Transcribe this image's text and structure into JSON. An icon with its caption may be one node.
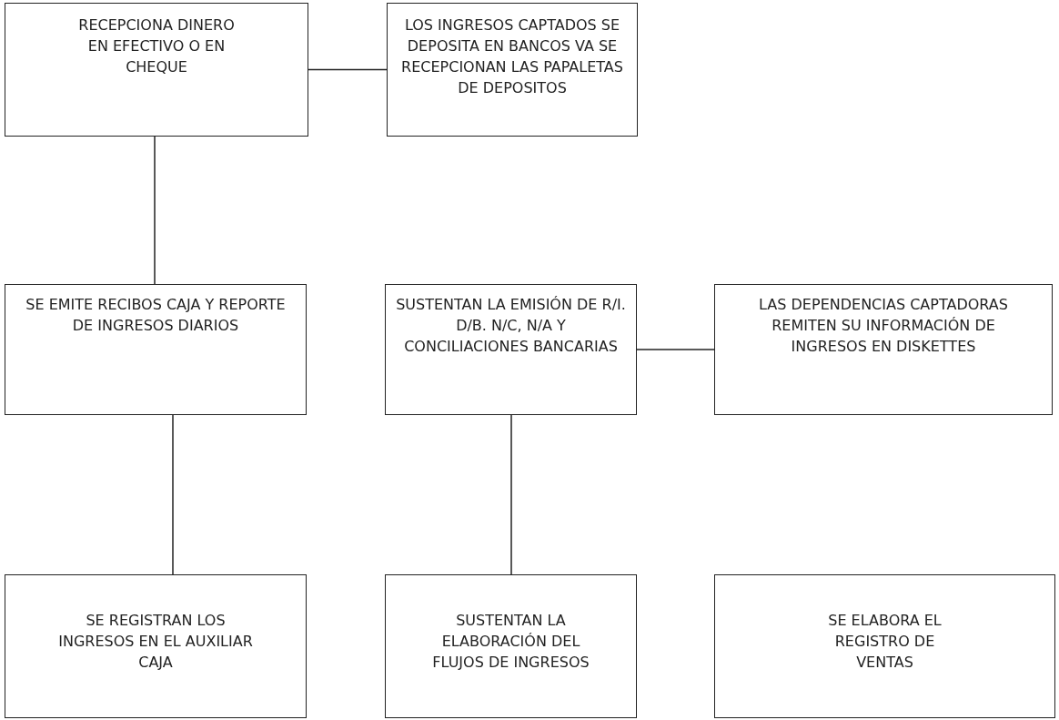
{
  "diagram": {
    "nodes": [
      {
        "text": [
          "RECEPCIONA DINERO EN EFECTIVO O EN CHEQUE"
        ]
      },
      {
        "text": [
          "LOS INGRESOS CAPTADOS SE DEPOSITA EN BANCOS VA SE RECEPCIONAN LAS PAPALETAS DE DEPOSITOS"
        ]
      },
      {
        "text": [
          "SE EMITE RECIBOS CAJA Y REPORTE DE INGRESOS DIARIOS"
        ]
      },
      {
        "text": [
          "SUSTENTAN LA EMISIÓN DE R/I. D/B. N/C, N/A Y CONCILIACIONES BANCARIAS"
        ]
      },
      {
        "text": [
          "LAS DEPENDENCIAS CAPTADORAS REMITEN SU INFORMACIÓN DE INGRESOS EN DISKETTES"
        ]
      },
      {
        "text": [
          "SE REGISTRAN LOS INGRESOS EN EL AUXILIAR CAJA"
        ]
      },
      {
        "text": [
          "SUSTENTAN LA ELABORACIÓN DEL FLUJOS DE INGRESOS"
        ]
      },
      {
        "text": [
          "SE ELABORA EL REGISTRO DE VENTAS"
        ]
      }
    ],
    "edges": [
      {
        "from": 0,
        "to": 1,
        "arrow": "none"
      },
      {
        "from": 0,
        "to": 2,
        "arrow": "none"
      },
      {
        "from": 3,
        "to": 4,
        "arrow": "none"
      },
      {
        "from": 2,
        "to": 5,
        "arrow": "none"
      },
      {
        "from": 3,
        "to": 6,
        "arrow": "none"
      }
    ]
  }
}
